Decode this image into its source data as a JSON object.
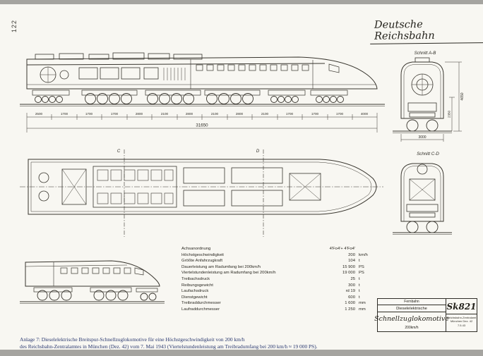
{
  "page": {
    "number": "122",
    "title": "Deutsche Reichsbahn",
    "caption_line1": "Anlage 7: Dieselelektrische Breitspur-Schnellzuglokomotive für eine Höchstgeschwindigkeit von 200 km/h",
    "caption_line2": "des Reichsbahn-Zentralamtes in München (Dez. 42) vom 7. Mai 1943 (Viertelstundenleistung am Treibradumfang bei 200 km/h ≈ 19 000 PS)."
  },
  "sections": {
    "schnitt_ab": "Schnitt A-B",
    "schnitt_cd": "Schnitt C-D"
  },
  "markers": {
    "c": "C",
    "d": "D"
  },
  "dimensions": {
    "side_chain": [
      "2500",
      "1700",
      "1700",
      "1700",
      "2800",
      "2100",
      "2800",
      "2100",
      "2800",
      "2100",
      "1700",
      "1700",
      "1700",
      "4000"
    ],
    "side_total": "31650",
    "section_height": "4650",
    "section_lower": "2350",
    "section_width": "3000"
  },
  "specs": {
    "rows": [
      {
        "label": "Achsanordnung",
        "value": "4'Fo4'+ 4'Fo4'",
        "unit": ""
      },
      {
        "label": "Höchstgeschwindigkeit",
        "value": "200",
        "unit": "km/h"
      },
      {
        "label": "Größte Anfahrzugkraft",
        "value": "104",
        "unit": "t"
      },
      {
        "label": "Dauerleistung am Radumfang bei 200km/h",
        "value": "15 900",
        "unit": "PS"
      },
      {
        "label": "Viertelstundenleistung am Radumfang bei 200km/h",
        "value": "19 000",
        "unit": "PS"
      },
      {
        "label": "Treibachsdruck",
        "value": "25",
        "unit": "t"
      },
      {
        "label": "Reibungsgewicht",
        "value": "300",
        "unit": "t"
      },
      {
        "label": "Laufachsdruck",
        "value": "rd 19",
        "unit": "t"
      },
      {
        "label": "Dienstgewicht",
        "value": "600",
        "unit": "t"
      },
      {
        "label": "Treibraddurchmesser",
        "value": "1 600",
        "unit": "mm"
      },
      {
        "label": "Laufraddurchmesser",
        "value": "1 250",
        "unit": "mm"
      }
    ]
  },
  "title_block": {
    "line1": "Fernbahn",
    "line2": "Dieselelektrische",
    "name": "Schnellzuglokomotive",
    "speed": "200km/h",
    "code": "Sk821",
    "small_lines": [
      "Reichsbahn-Zentralamt",
      "München Dez. 42",
      "7.5.43"
    ]
  },
  "colors": {
    "ink": "#38352e",
    "caption_ink": "#28376f",
    "paper": "#f8f7f2"
  }
}
